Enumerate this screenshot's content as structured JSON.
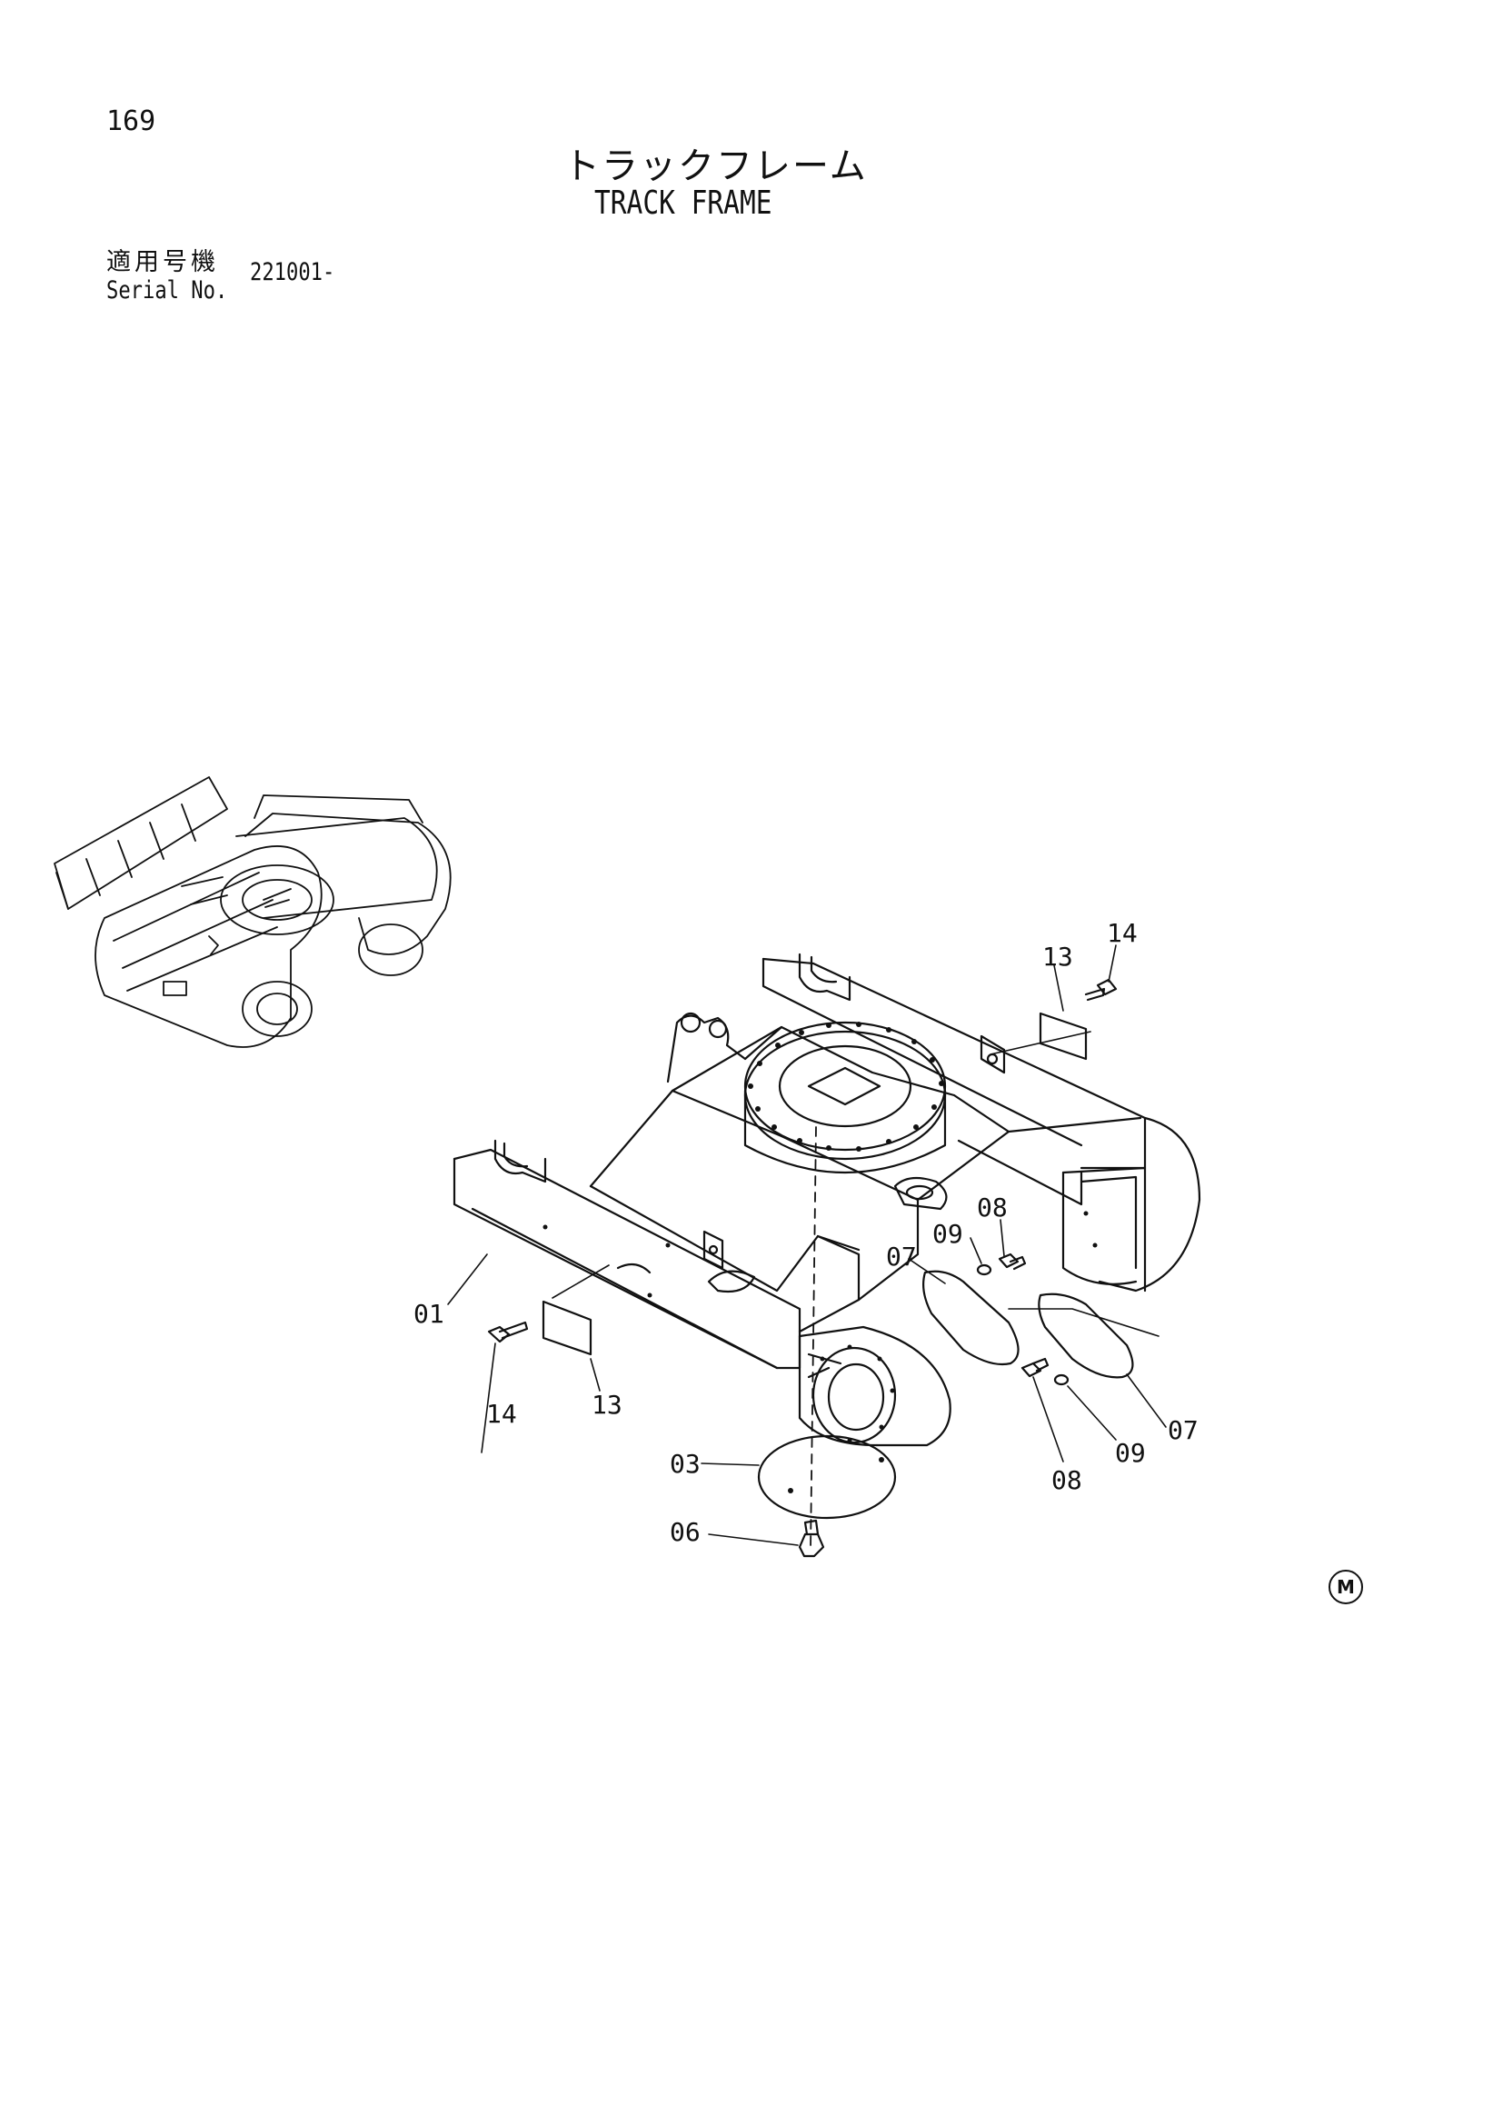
{
  "page": {
    "number": "169"
  },
  "title": {
    "japanese": "トラックフレーム",
    "english": "TRACK FRAME"
  },
  "serial": {
    "label_jp": "適用号機",
    "label_en": "Serial No.",
    "value": "221001-"
  },
  "callouts": {
    "c01": "01",
    "c03": "03",
    "c06": "06",
    "c07a": "07",
    "c07b": "07",
    "c08a": "08",
    "c08b": "08",
    "c09a": "09",
    "c09b": "09",
    "c13a": "13",
    "c13b": "13",
    "c14a": "14",
    "c14b": "14"
  },
  "mark": {
    "symbol": "M"
  }
}
